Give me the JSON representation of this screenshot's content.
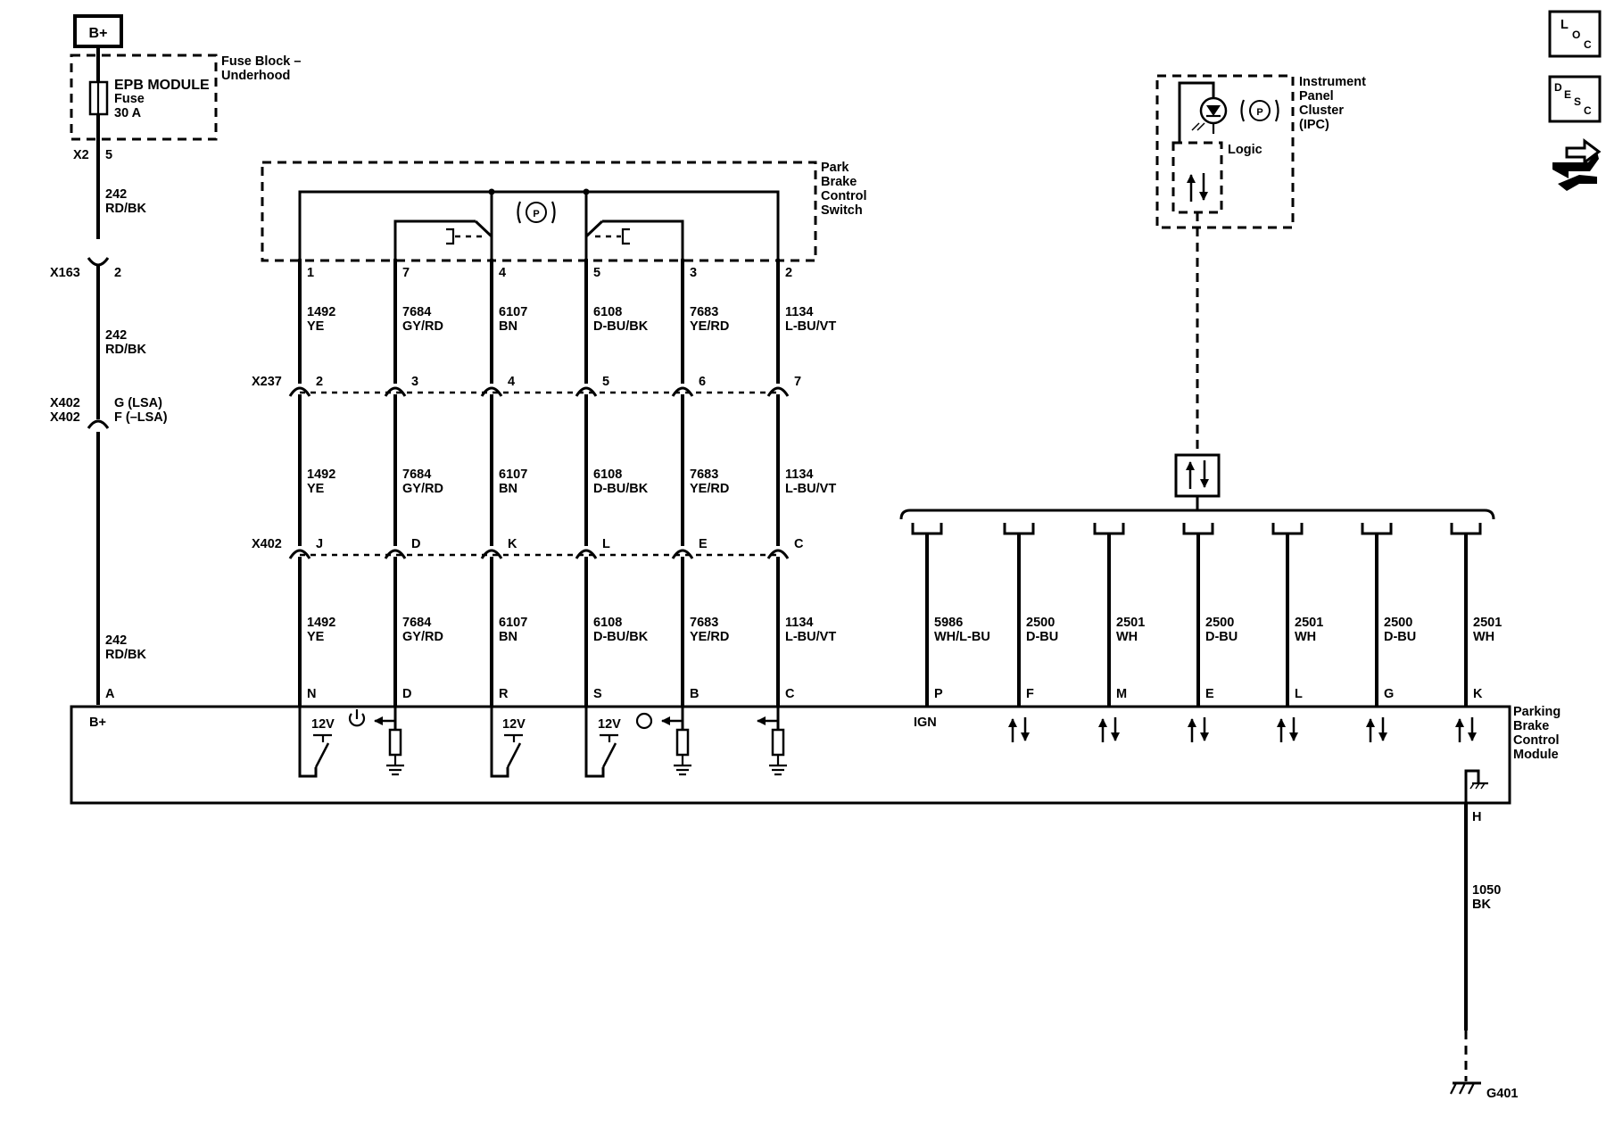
{
  "power_source": {
    "label": "B+"
  },
  "fuse_block": {
    "title_line1": "Fuse Block –",
    "title_line2": "Underhood",
    "fuse_line1": "EPB MODULE",
    "fuse_line2": "Fuse",
    "fuse_line3": "30 A",
    "connector": "X2",
    "pin": "5"
  },
  "feed_wire": {
    "circuit": "242",
    "color": "RD/BK",
    "x163_connector": "X163",
    "x163_pin": "2",
    "x402_connector_1": "X402",
    "x402_connector_2": "X402",
    "x402_pin_1": "G (LSA)",
    "x402_pin_2": "F (–LSA)",
    "module_pin": "A",
    "module_label": "B+"
  },
  "park_brake_switch": {
    "title_line1": "Park",
    "title_line2": "Brake",
    "title_line3": "Control",
    "title_line4": "Switch",
    "symbol": "P"
  },
  "connectors": {
    "x237": "X237",
    "x402": "X402"
  },
  "switch_wires": [
    {
      "switch_pin": "1",
      "circuit": "1492",
      "color": "YE",
      "x237_pin": "2",
      "x402_pin": "J",
      "module_pin": "N"
    },
    {
      "switch_pin": "7",
      "circuit": "7684",
      "color": "GY/RD",
      "x237_pin": "3",
      "x402_pin": "D",
      "module_pin": "D"
    },
    {
      "switch_pin": "4",
      "circuit": "6107",
      "color": "BN",
      "x237_pin": "4",
      "x402_pin": "K",
      "module_pin": "R"
    },
    {
      "switch_pin": "5",
      "circuit": "6108",
      "color": "D-BU/BK",
      "x237_pin": "5",
      "x402_pin": "L",
      "module_pin": "S"
    },
    {
      "switch_pin": "3",
      "circuit": "7683",
      "color": "YE/RD",
      "x237_pin": "6",
      "x402_pin": "E",
      "module_pin": "B"
    },
    {
      "switch_pin": "2",
      "circuit": "1134",
      "color": "L-BU/VT",
      "x237_pin": "7",
      "x402_pin": "C",
      "module_pin": "C"
    }
  ],
  "ipc": {
    "title_line1": "Instrument",
    "title_line2": "Panel",
    "title_line3": "Cluster",
    "title_line4": "(IPC)",
    "logic_label": "Logic",
    "symbol": "P"
  },
  "data_wires": [
    {
      "circuit": "5986",
      "color": "WH/L-BU",
      "module_pin": "P",
      "module_label": "IGN"
    },
    {
      "circuit": "2500",
      "color": "D-BU",
      "module_pin": "F"
    },
    {
      "circuit": "2501",
      "color": "WH",
      "module_pin": "M"
    },
    {
      "circuit": "2500",
      "color": "D-BU",
      "module_pin": "E"
    },
    {
      "circuit": "2501",
      "color": "WH",
      "module_pin": "L"
    },
    {
      "circuit": "2500",
      "color": "D-BU",
      "module_pin": "G"
    },
    {
      "circuit": "2501",
      "color": "WH",
      "module_pin": "K"
    }
  ],
  "module": {
    "title_line1": "Parking",
    "title_line2": "Brake",
    "title_line3": "Control",
    "title_line4": "Module",
    "v12": "12V",
    "ground_pin": "H"
  },
  "ground_wire": {
    "circuit": "1050",
    "color": "BK",
    "ground": "G401"
  },
  "side_icons": {
    "loc": {
      "big": "L",
      "mid": "O",
      "small": "C"
    },
    "desc": {
      "l1": "D",
      "l2": "E",
      "l3": "S",
      "l4": "C"
    }
  }
}
